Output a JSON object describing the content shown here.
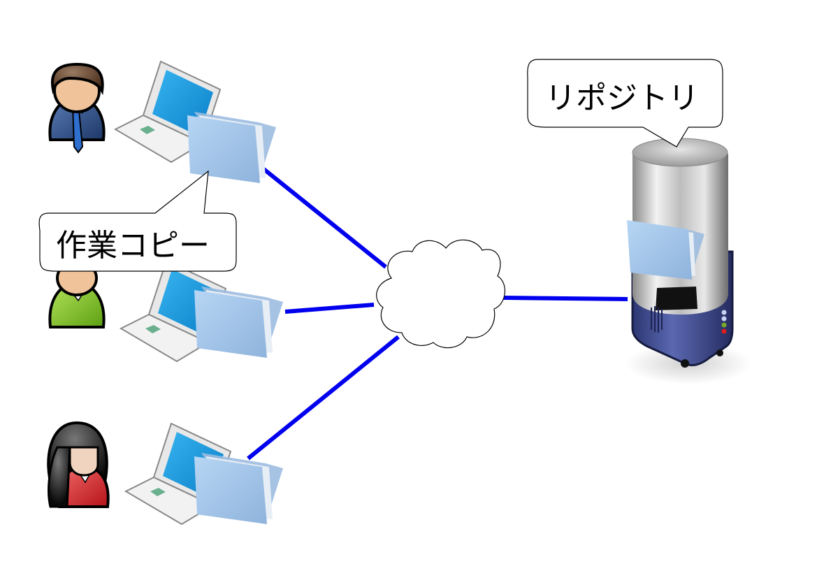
{
  "diagram": {
    "type": "version-control-architecture",
    "labels": {
      "working_copy": "作業コピー",
      "repository": "リポジトリ"
    },
    "users": [
      {
        "id": "user-1",
        "avatar": "man-with-tie-icon",
        "shirt_color": "#2d4f86",
        "hair_color": "#5a3a22"
      },
      {
        "id": "user-2",
        "avatar": "person-green-shirt-icon",
        "shirt_color": "#7cc21e",
        "hair_color": "#5a3a22"
      },
      {
        "id": "user-3",
        "avatar": "woman-red-shirt-icon",
        "shirt_color": "#d8222a",
        "hair_color": "#111111"
      }
    ],
    "network": {
      "icon": "cloud-icon"
    },
    "server": {
      "icon": "server-icon"
    },
    "colors": {
      "connection": "#0000ee",
      "folder": "#a7c8ec",
      "screen": "#129be0",
      "server_base": "#3b4a94"
    }
  }
}
